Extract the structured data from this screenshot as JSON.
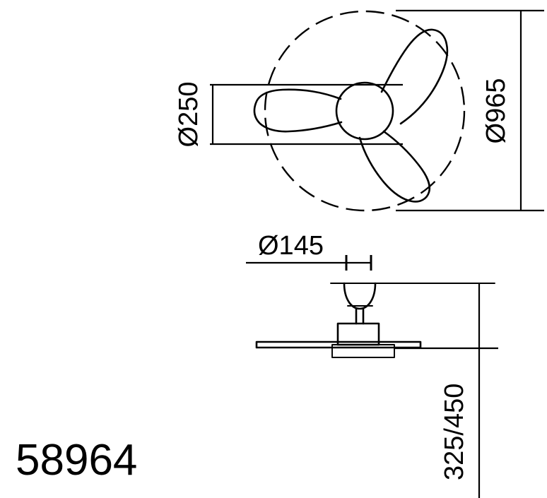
{
  "drawing": {
    "title": "Ceiling fan dimensional drawing",
    "part_number": "58964",
    "background_color": "#ffffff",
    "line_color": "#000000",
    "views": {
      "top_view": {
        "name": "Top view — 3 blade fan with swept circle",
        "blade_count": 3,
        "sweep_style": "dashed"
      },
      "side_view": {
        "name": "Side elevation — canopy, downrod, motor housing, blades"
      }
    },
    "dimensions": {
      "hub_diameter": "Ø250",
      "sweep_diameter": "Ø965",
      "canopy_diameter": "Ø145",
      "drop_height": "325/450"
    }
  }
}
